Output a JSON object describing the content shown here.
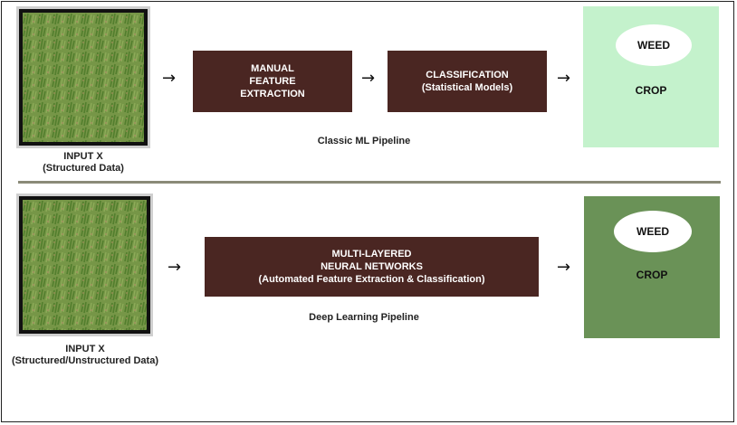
{
  "classic": {
    "input_caption_line1": "INPUT X",
    "input_caption_line2": "(Structured Data)",
    "step1": "MANUAL\nFEATURE\nEXTRACTION",
    "step2_line1": "CLASSIFICATION",
    "step2_line2": "(Statistical Models)",
    "pipeline_label": "Classic ML Pipeline",
    "output_weed": "WEED",
    "output_crop": "CROP",
    "output_color": "#c4f2cc"
  },
  "deep": {
    "input_caption_line1": "INPUT X",
    "input_caption_line2": "(Structured/Unstructured Data)",
    "step1_line1": "MULTI-LAYERED",
    "step1_line2": "NEURAL NETWORKS",
    "step1_line3": "(Automated Feature Extraction & Classification)",
    "pipeline_label": "Deep Learning Pipeline",
    "output_weed": "WEED",
    "output_crop": "CROP",
    "output_color": "#6a9257"
  },
  "arrow_glyph": "→",
  "colors": {
    "process_box": "#4a2622",
    "divider": "#8a8a78"
  }
}
